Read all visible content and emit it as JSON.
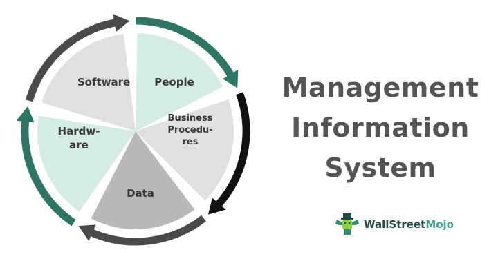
{
  "title": {
    "line1": "Management",
    "line2": "Information",
    "line3": "System"
  },
  "cycle": {
    "segments": [
      {
        "id": "people",
        "lines": [
          "People"
        ],
        "fill": "#d5ebe6"
      },
      {
        "id": "business-procedures",
        "lines": [
          "Business",
          "Procedu-",
          "res"
        ],
        "fill": "#e0e0e0"
      },
      {
        "id": "data",
        "lines": [
          "Data"
        ],
        "fill": "#b9b9b9"
      },
      {
        "id": "hardware",
        "lines": [
          "Hardw-",
          "are"
        ],
        "fill": "#d5ebe6"
      },
      {
        "id": "software",
        "lines": [
          "Software"
        ],
        "fill": "#e0e0e0"
      }
    ],
    "arrow_colors": {
      "people": "#2e7566",
      "business-procedures": "#111111",
      "data": "#4a4a4a",
      "hardware": "#2e7566",
      "software": "#4a4a4a"
    }
  },
  "logo": {
    "part1": "WallStreet",
    "part2": "Mojo"
  }
}
